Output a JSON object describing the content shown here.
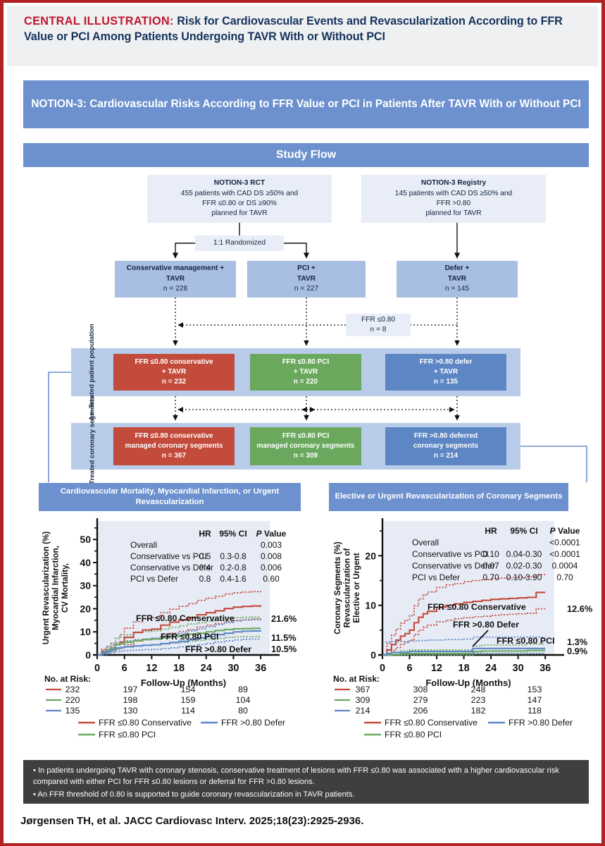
{
  "header": {
    "label": "CENTRAL ILLUSTRATION:",
    "title": "Risk for Cardiovascular Events and Revascularization According to FFR Value or PCI Among Patients Undergoing TAVR With or Without PCI"
  },
  "main_title": "NOTION-3: Cardiovascular Risks According to FFR Value or PCI in Patients After TAVR With or Without PCI",
  "study_flow_bar": "Study Flow",
  "flow": {
    "rct": {
      "title": "NOTION-3 RCT",
      "l1": "455 patients with CAD DS ≥50% and",
      "l2": "FFR ≤0.80 or DS ≥90%",
      "l3": "planned for TAVR"
    },
    "registry": {
      "title": "NOTION-3 Registry",
      "l1": "145 patients with CAD DS ≥50% and",
      "l2": "FFR >0.80",
      "l3": "planned for TAVR"
    },
    "randomized": "1:1 Randomized",
    "conservative": {
      "l1": "Conservative management +",
      "l2": "TAVR",
      "l3": "n = 228"
    },
    "pci": {
      "l1": "PCI +",
      "l2": "TAVR",
      "l3": "n = 227"
    },
    "defer": {
      "l1": "Defer +",
      "l2": "TAVR",
      "l3": "n = 145"
    },
    "crossover": {
      "l1": "FFR ≤0.80",
      "l2": "n = 8"
    },
    "panel1_side": "As–Treated patient population",
    "panel2_side": "As–Treated coronary segments",
    "pop": {
      "red": {
        "l1": "FFR ≤0.80 conservative",
        "l2": "+ TAVR",
        "l3": "n = 232"
      },
      "green": {
        "l1": "FFR ≤0.80 PCI",
        "l2": "+ TAVR",
        "l3": "n = 220"
      },
      "blue": {
        "l1": "FFR >0.80 defer",
        "l2": "+ TAVR",
        "l3": "n = 135"
      }
    },
    "seg": {
      "red": {
        "l1": "FFR ≤0.80 conservative",
        "l2": "managed coronary segments",
        "l3": "n = 367"
      },
      "green": {
        "l1": "FFR ≤0.80 PCI",
        "l2": "managed coronary segments",
        "l3": "n = 309"
      },
      "blue": {
        "l1": "FFR >0.80 deferred",
        "l2": "coronary segments",
        "l3": "n = 214"
      }
    }
  },
  "colors": {
    "red": "#c24b3c",
    "green": "#6aa95d",
    "blue": "#5d86c5",
    "header_blue": "#6d91ce",
    "panel_blue": "#b8cbe8",
    "light_box": "#e8edf7",
    "accent_red": "#b22222"
  },
  "chart_left": {
    "bar_title": "Cardiovascular Mortality, Myocardial Infarction, or Urgent Revascularization",
    "risk_label": "No. at Risk:",
    "legend": [
      {
        "name": "FFR ≤0.80 Conservative",
        "color": "#c24b3c"
      },
      {
        "name": "FFR ≤0.80 PCI",
        "color": "#6aa95d"
      },
      {
        "name": "FFR >0.80 Defer",
        "color": "#5d86c5"
      }
    ],
    "stats_headers": [
      "HR",
      "95% CI",
      "P Value"
    ],
    "stats_rows": [
      {
        "label": "Overall",
        "hr": "",
        "ci": "",
        "p": "0.003"
      },
      {
        "label": "Conservative vs PCI",
        "hr": "0.5",
        "ci": "0.3-0.8",
        "p": "0.008"
      },
      {
        "label": "Conservative vs Defer",
        "hr": "0.4",
        "ci": "0.2-0.8",
        "p": "0.006"
      },
      {
        "label": "PCI vs Defer",
        "hr": "0.8",
        "ci": "0.4-1.6",
        "p": "0.60"
      }
    ],
    "at_risk": [
      {
        "color": "#c24b3c",
        "values": [
          "232",
          "197",
          "154",
          "89"
        ]
      },
      {
        "color": "#6aa95d",
        "values": [
          "220",
          "198",
          "159",
          "104"
        ]
      },
      {
        "color": "#5d86c5",
        "values": [
          "135",
          "130",
          "114",
          "80"
        ]
      }
    ],
    "curve_labels": [
      {
        "text": "FFR ≤0.80 Conservative"
      },
      {
        "text": "FFR ≤0.80 PCI"
      },
      {
        "text": "FFR >0.80 Defer"
      }
    ],
    "endpoints": [
      "21.6%",
      "11.5%",
      "10.5%"
    ]
  },
  "chart_right": {
    "bar_title": "Elective or Urgent Revascularization of Coronary Segments",
    "risk_label": "No. at Risk:",
    "legend": [
      {
        "name": "FFR ≤0.80 Conservative",
        "color": "#c24b3c"
      },
      {
        "name": "FFR ≤0.80 PCI",
        "color": "#6aa95d"
      },
      {
        "name": "FFR >0.80 Defer",
        "color": "#5d86c5"
      }
    ],
    "stats_headers": [
      "HR",
      "95% CI",
      "P Value"
    ],
    "stats_rows": [
      {
        "label": "Overall",
        "hr": "",
        "ci": "",
        "p": "<0.0001"
      },
      {
        "label": "Conservative vs PCI",
        "hr": "0.10",
        "ci": "0.04-0.30",
        "p": "<0.0001"
      },
      {
        "label": "Conservative vs Defer",
        "hr": "0.07",
        "ci": "0.02-0.30",
        "p": "0.0004"
      },
      {
        "label": "PCI vs Defer",
        "hr": "0.70",
        "ci": "0.10-3.90",
        "p": "0.70"
      }
    ],
    "at_risk": [
      {
        "color": "#c24b3c",
        "values": [
          "367",
          "308",
          "248",
          "153"
        ]
      },
      {
        "color": "#6aa95d",
        "values": [
          "309",
          "279",
          "223",
          "147"
        ]
      },
      {
        "color": "#5d86c5",
        "values": [
          "214",
          "206",
          "182",
          "118"
        ]
      }
    ],
    "curve_labels": [
      {
        "text": "FFR ≤0.80 Conservative"
      },
      {
        "text": "FFR >0.80 Defer"
      },
      {
        "text": "FFR ≤0.80 PCI"
      }
    ],
    "endpoints": [
      "12.6%",
      "1.3%",
      "0.9%"
    ]
  },
  "chart_data": [
    {
      "type": "line",
      "title": "Cardiovascular Mortality, Myocardial Infarction, or Urgent Revascularization",
      "xlabel": "Follow-Up (Months)",
      "ylabel": "CV Mortality, Myocardial Infarction, Urgent Revascularization (%)",
      "xlim": [
        0,
        38
      ],
      "ylim": [
        0,
        58
      ],
      "xticks": [
        0,
        6,
        12,
        18,
        24,
        30,
        36
      ],
      "yticks": [
        0,
        10,
        20,
        30,
        40,
        50
      ],
      "grid": false,
      "legend_position": "bottom",
      "series": [
        {
          "name": "FFR ≤0.80 Conservative",
          "color": "#c24b3c",
          "final": 21.6,
          "x": [
            0,
            1,
            2,
            3,
            4,
            5,
            6,
            8,
            10,
            12,
            14,
            16,
            18,
            20,
            22,
            24,
            26,
            28,
            30,
            32,
            34,
            36
          ],
          "y": [
            0,
            1.4,
            2.2,
            3.0,
            4.5,
            5.6,
            7.6,
            9.8,
            10.8,
            11.2,
            12.9,
            14.2,
            15.2,
            16.2,
            17.4,
            18.3,
            19.1,
            20.1,
            20.7,
            21.0,
            21.2,
            21.6
          ],
          "ci_upper": [
            0,
            2.5,
            3.8,
            5.0,
            7.2,
            8.8,
            11.6,
            14.4,
            15.6,
            16.1,
            18.3,
            19.8,
            21.0,
            22.2,
            23.6,
            24.6,
            25.4,
            26.4,
            26.9,
            27.2,
            27.4,
            27.7
          ],
          "ci_lower": [
            0,
            0.5,
            1.0,
            1.5,
            2.4,
            3.2,
            4.5,
            6.0,
            6.8,
            7.1,
            8.4,
            9.4,
            10.2,
            11.0,
            12.1,
            12.9,
            13.6,
            14.5,
            15.0,
            15.3,
            15.6,
            16.4
          ]
        },
        {
          "name": "FFR ≤0.80 PCI",
          "color": "#6aa95d",
          "final": 11.5,
          "x": [
            0,
            1,
            2,
            3,
            4,
            5,
            6,
            8,
            10,
            12,
            14,
            16,
            18,
            20,
            22,
            24,
            26,
            28,
            30,
            32,
            34,
            36
          ],
          "y": [
            0,
            1.0,
            2.0,
            2.8,
            4.4,
            4.8,
            5.5,
            6.2,
            6.6,
            6.9,
            7.4,
            8.0,
            8.4,
            9.0,
            9.4,
            10.0,
            10.6,
            11.0,
            11.3,
            11.4,
            11.5,
            11.5
          ],
          "ci_upper": [
            0,
            2.0,
            3.6,
            4.8,
            7.1,
            7.7,
            8.7,
            9.6,
            10.1,
            10.5,
            11.2,
            12.0,
            12.6,
            13.4,
            13.9,
            14.6,
            15.3,
            15.8,
            16.1,
            16.3,
            16.4,
            16.5
          ],
          "ci_lower": [
            0,
            0.3,
            0.9,
            1.4,
            2.6,
            2.9,
            3.4,
            3.9,
            4.2,
            4.4,
            4.8,
            5.2,
            5.5,
            6.0,
            6.3,
            6.8,
            7.2,
            7.6,
            7.8,
            7.9,
            8.0,
            8.0
          ]
        },
        {
          "name": "FFR >0.80 Defer",
          "color": "#5d86c5",
          "final": 10.5,
          "x": [
            0,
            1,
            2,
            3,
            4,
            5,
            6,
            8,
            10,
            12,
            14,
            16,
            18,
            20,
            22,
            24,
            26,
            28,
            30,
            32,
            34,
            36
          ],
          "y": [
            0,
            0.7,
            1.5,
            2.2,
            3.0,
            3.2,
            3.6,
            3.9,
            4.2,
            4.4,
            4.9,
            5.4,
            5.9,
            6.6,
            7.3,
            8.0,
            8.8,
            9.4,
            10.0,
            10.3,
            10.4,
            10.5
          ],
          "ci_upper": [
            0,
            1.8,
            3.0,
            4.1,
            5.2,
            5.5,
            6.1,
            6.6,
            7.0,
            7.3,
            8.0,
            8.7,
            9.4,
            10.4,
            11.3,
            12.2,
            13.2,
            14.0,
            14.7,
            15.1,
            15.2,
            15.3
          ],
          "ci_lower": [
            0,
            0.2,
            0.6,
            1.0,
            1.5,
            1.6,
            1.9,
            2.1,
            2.3,
            2.4,
            2.8,
            3.1,
            3.5,
            4.0,
            4.5,
            5.0,
            5.6,
            6.1,
            6.5,
            6.8,
            6.9,
            7.0
          ]
        }
      ]
    },
    {
      "type": "line",
      "title": "Elective or Urgent Revascularization of Coronary Segments",
      "xlabel": "Follow-Up (Months)",
      "ylabel": "Elective or Urgent Revascularization of Coronary Segments (%)",
      "xlim": [
        0,
        38
      ],
      "ylim": [
        0,
        27
      ],
      "xticks": [
        0,
        6,
        12,
        18,
        24,
        30,
        36
      ],
      "yticks": [
        0,
        10,
        20
      ],
      "grid": false,
      "legend_position": "bottom",
      "series": [
        {
          "name": "FFR ≤0.80 Conservative",
          "color": "#c24b3c",
          "final": 12.6,
          "x": [
            0,
            1,
            2,
            3,
            4,
            5,
            6,
            7,
            8,
            9,
            10,
            12,
            14,
            16,
            18,
            20,
            22,
            24,
            26,
            28,
            30,
            32,
            34,
            36
          ],
          "y": [
            0,
            1.0,
            2.1,
            3.0,
            3.8,
            4.3,
            5.0,
            6.5,
            7.6,
            8.3,
            8.8,
            9.6,
            10.0,
            10.3,
            10.6,
            10.8,
            11.0,
            11.2,
            11.3,
            11.4,
            11.5,
            11.6,
            12.6,
            12.6
          ],
          "ci_upper": [
            0,
            2.3,
            4.0,
            5.2,
            6.4,
            7.0,
            7.9,
            9.9,
            11.3,
            12.1,
            12.7,
            13.6,
            14.1,
            14.4,
            14.8,
            15.0,
            15.2,
            15.4,
            15.5,
            15.6,
            15.7,
            15.8,
            16.2,
            16.2
          ],
          "ci_lower": [
            0,
            0.3,
            0.9,
            1.5,
            2.1,
            2.5,
            3.0,
            4.1,
            5.0,
            5.6,
            6.0,
            6.7,
            7.0,
            7.3,
            7.5,
            7.7,
            7.8,
            8.0,
            8.1,
            8.2,
            8.3,
            8.4,
            9.3,
            9.3
          ]
        },
        {
          "name": "FFR ≤0.80 PCI",
          "color": "#6aa95d",
          "final": 0.9,
          "x": [
            0,
            2,
            4,
            6,
            8,
            10,
            12,
            14,
            16,
            18,
            20,
            22,
            24,
            26,
            28,
            30,
            32,
            34,
            36
          ],
          "y": [
            0,
            0.1,
            0.2,
            0.3,
            0.3,
            0.3,
            0.3,
            0.3,
            0.3,
            0.3,
            0.7,
            0.8,
            0.8,
            0.8,
            0.8,
            0.8,
            0.9,
            0.9,
            0.9
          ],
          "ci_upper": [
            0,
            0.5,
            0.8,
            1.0,
            1.0,
            1.0,
            1.0,
            1.0,
            1.0,
            1.0,
            1.8,
            2.0,
            2.0,
            2.0,
            2.0,
            2.0,
            2.2,
            2.2,
            2.2
          ],
          "ci_lower": [
            0,
            0,
            0,
            0,
            0,
            0,
            0,
            0,
            0,
            0,
            0.2,
            0.2,
            0.2,
            0.2,
            0.2,
            0.2,
            0.3,
            0.3,
            0.3
          ]
        },
        {
          "name": "FFR >0.80 Defer",
          "color": "#5d86c5",
          "final": 1.3,
          "x": [
            0,
            1,
            2,
            4,
            6,
            8,
            10,
            12,
            14,
            16,
            18,
            20,
            22,
            24,
            26,
            28,
            30,
            32,
            34,
            36
          ],
          "y": [
            0,
            0.3,
            0.5,
            0.5,
            0.7,
            0.7,
            0.7,
            0.7,
            0.7,
            0.7,
            0.7,
            1.3,
            1.3,
            1.3,
            1.3,
            1.3,
            1.3,
            1.3,
            1.3,
            1.3
          ],
          "ci_upper": [
            2.6,
            2.6,
            2.7,
            2.7,
            2.8,
            2.9,
            3.0,
            3.0,
            3.1,
            3.1,
            3.2,
            3.6,
            3.6,
            3.6,
            3.6,
            3.6,
            3.6,
            3.6,
            3.6,
            3.6
          ],
          "ci_lower": [
            0,
            0.05,
            0.1,
            0.1,
            0.15,
            0.15,
            0.15,
            0.15,
            0.15,
            0.15,
            0.15,
            0.35,
            0.35,
            0.35,
            0.35,
            0.35,
            0.35,
            0.35,
            0.35,
            0.35
          ]
        }
      ]
    }
  ],
  "conclusions": [
    "• In patients undergoing TAVR with coronary stenosis, conservative treatment of lesions with FFR ≤0.80 was associated with a higher cardiovascular risk compared with either PCI for FFR ≤0.80 lesions or deferral for FFR >0.80 lesions.",
    "• An FFR threshold of 0.80 is supported to guide coronary revascularization in TAVR patients."
  ],
  "citation": "Jørgensen TH, et al. JACC Cardiovasc Interv. 2025;18(23):2925-2936."
}
